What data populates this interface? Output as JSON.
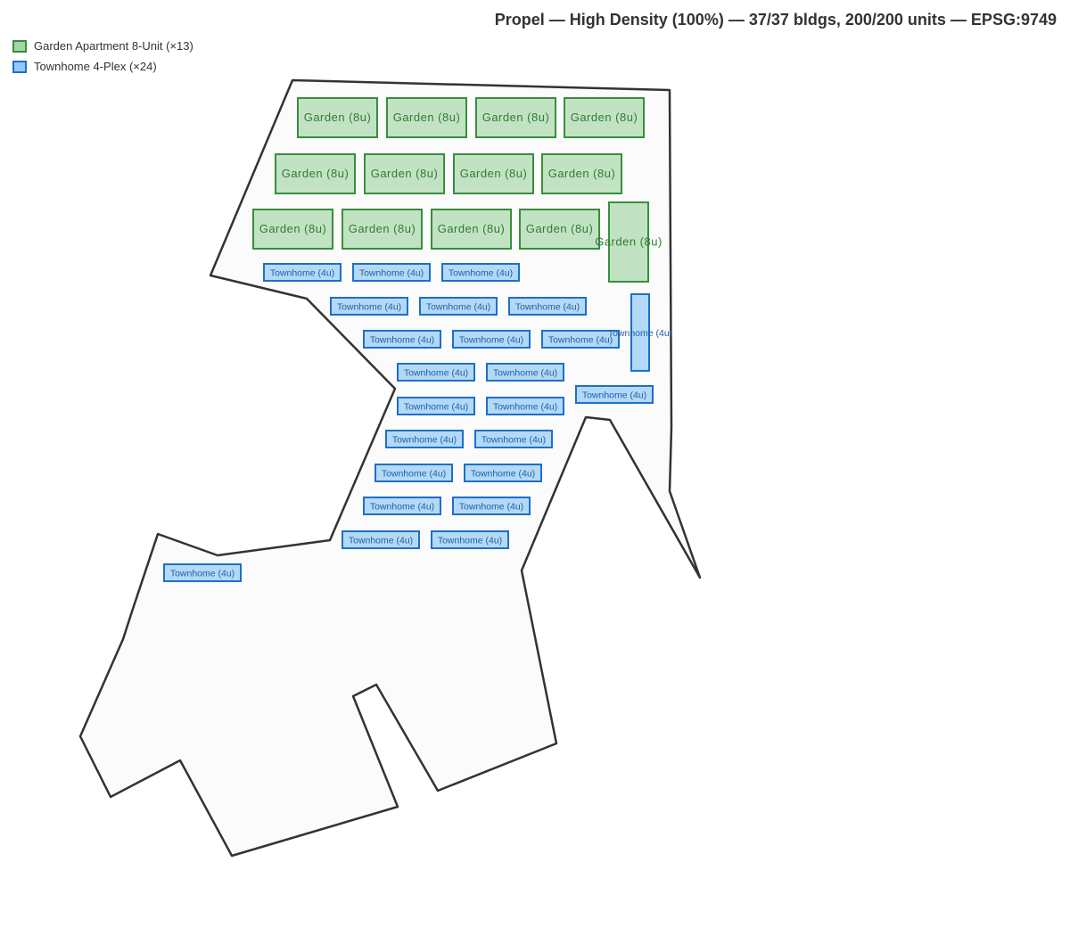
{
  "title": "Propel — High Density (100%) — 37/37 bldgs, 200/200 units — EPSG:9749",
  "legend": [
    {
      "label": "Garden Apartment 8-Unit (×13)",
      "fill": "#a5d6a7",
      "stroke": "#388e3c"
    },
    {
      "label": "Townhome 4-Plex (×24)",
      "fill": "#90caf9",
      "stroke": "#1e6fc8"
    }
  ],
  "colors": {
    "parcel_fill": "#fbfbfb",
    "parcel_stroke": "#333333",
    "garden_fill": "#c2e3c3",
    "garden_stroke": "#388e3c",
    "garden_text": "#2e7d32",
    "townhome_fill": "#b3d9f7",
    "townhome_stroke": "#1e6fc8",
    "townhome_text": "#1e5fa8"
  },
  "building_labels": {
    "garden": "Garden (8u)",
    "townhome": "Townhome (4u)"
  }
}
